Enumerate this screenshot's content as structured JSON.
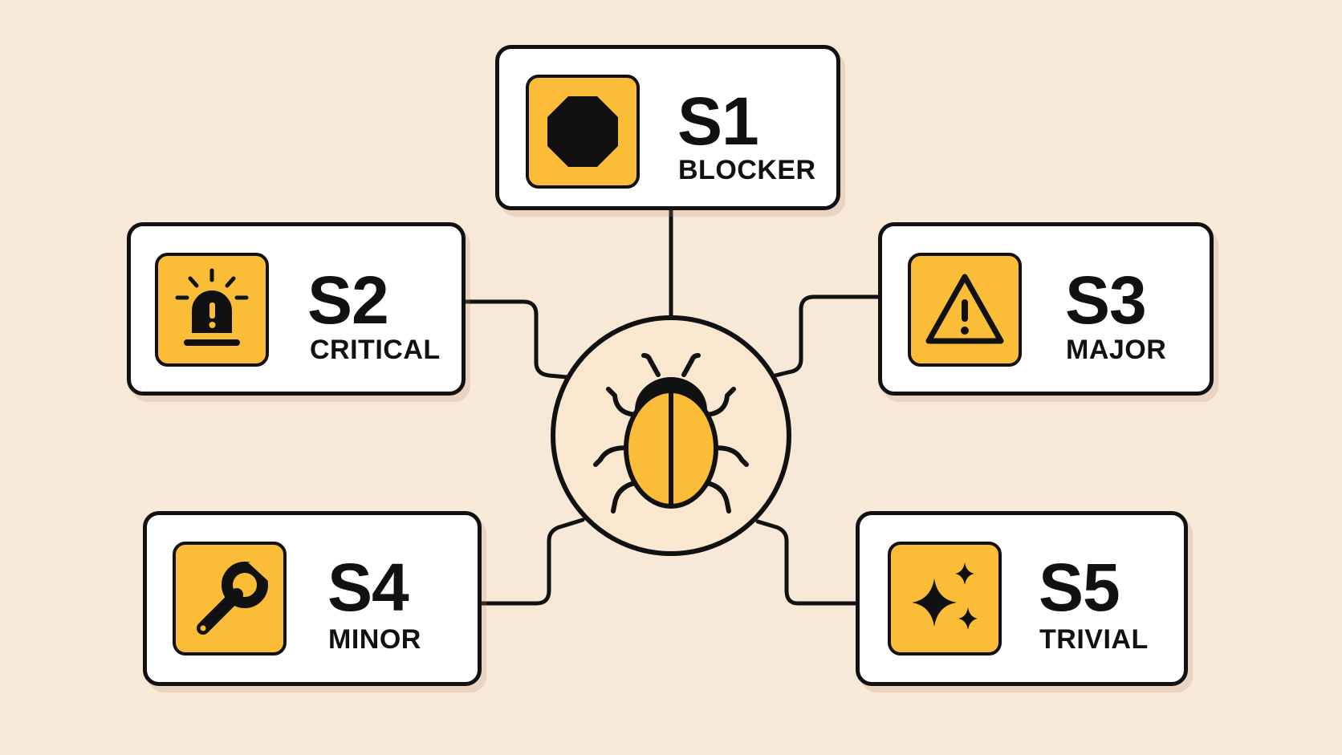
{
  "severities": [
    {
      "code": "S1",
      "label": "BLOCKER",
      "icon": "octagon-stop-icon"
    },
    {
      "code": "S2",
      "label": "CRITICAL",
      "icon": "alarm-siren-icon"
    },
    {
      "code": "S3",
      "label": "MAJOR",
      "icon": "warning-triangle-icon"
    },
    {
      "code": "S4",
      "label": "MINOR",
      "icon": "wrench-icon"
    },
    {
      "code": "S5",
      "label": "TRIVIAL",
      "icon": "sparkles-icon"
    }
  ],
  "hub": {
    "icon": "bug-icon"
  },
  "colors": {
    "background": "#f8e8d8",
    "accent": "#fbbd38",
    "outline": "#111111",
    "card": "#ffffff",
    "hub_fill": "#fae7cf"
  }
}
